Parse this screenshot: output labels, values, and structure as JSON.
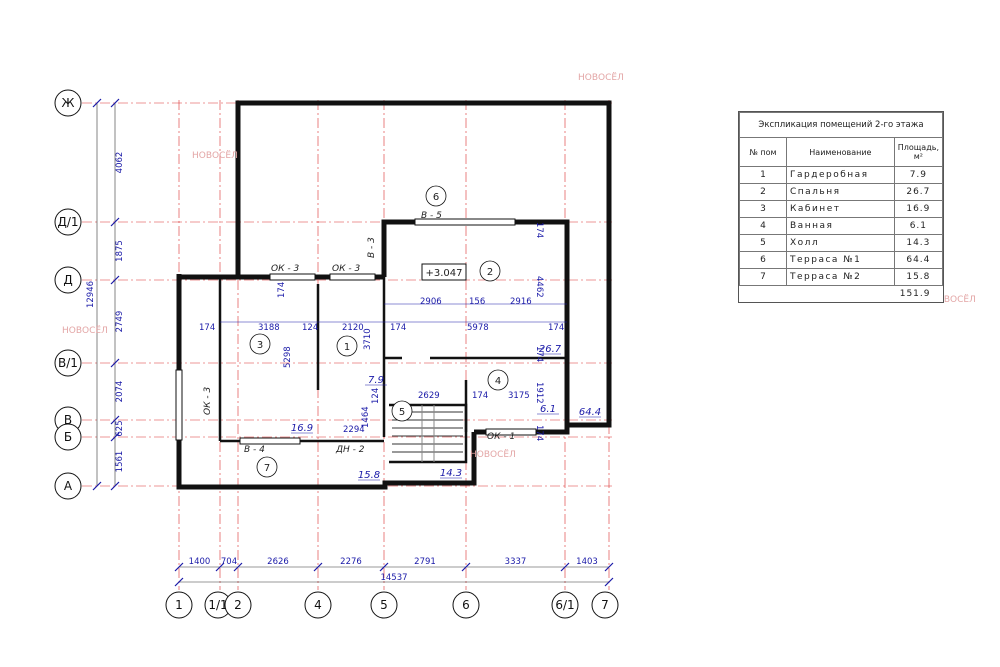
{
  "rows": [
    {
      "label": "Ж"
    },
    {
      "label": "Д/1"
    },
    {
      "label": "Д"
    },
    {
      "label": "В/1"
    },
    {
      "label": "В"
    },
    {
      "label": "Б"
    },
    {
      "label": "А"
    }
  ],
  "row_dims": [
    "4062",
    "1875",
    "2749",
    "2074",
    "625",
    "1561"
  ],
  "row_total": "12946",
  "cols": [
    {
      "label": "1"
    },
    {
      "label": "1/1"
    },
    {
      "label": "2"
    },
    {
      "label": "4"
    },
    {
      "label": "5"
    },
    {
      "label": "6"
    },
    {
      "label": "6/1"
    },
    {
      "label": "7"
    }
  ],
  "col_dims": [
    "1400",
    "704",
    "2626",
    "2276",
    "2791",
    "3337",
    "1403"
  ],
  "col_total": "14537",
  "rooms": [
    {
      "num": "1",
      "area": "7.9"
    },
    {
      "num": "2",
      "area": "26.7"
    },
    {
      "num": "3",
      "area": "16.9"
    },
    {
      "num": "4",
      "area": "6.1"
    },
    {
      "num": "5",
      "area": "14.3"
    },
    {
      "num": "6",
      "area": "64.4"
    },
    {
      "num": "7",
      "area": "15.8"
    }
  ],
  "level_mark": "+3.047",
  "wall_tags": {
    "ok3_a": "ОК - 3",
    "ok3_b": "ОК - 3",
    "v3": "В - 3",
    "v5": "В - 5",
    "ok3_c": "ОК - 3",
    "v4": "В - 4",
    "dn2": "ДН - 2",
    "ok1": "ОК - 1"
  },
  "inner_dims": {
    "d174a": "174",
    "d3188": "3188",
    "d124": "124",
    "d2120": "2120",
    "d174b": "174",
    "d2906": "2906",
    "d156": "156",
    "d2916": "2916",
    "d5978": "5978",
    "d174c": "174",
    "d174d": "174",
    "d174e": "174",
    "d4462": "4462",
    "d5298": "5298",
    "d3710": "3710",
    "d174f": "174",
    "d2629": "2629",
    "d174g": "174",
    "d3175": "3175",
    "d1912": "1912",
    "d174h": "174",
    "d2294": "2294",
    "d1464": "1464",
    "d124b": "124"
  },
  "watermark": "НОВОСЁЛ",
  "explication": {
    "title": "Экспликация помещений 2-го этажа",
    "headers": {
      "num": "№ пом",
      "name": "Наименование",
      "area_l1": "Площадь,",
      "area_l2": "м²"
    },
    "items": [
      {
        "num": "1",
        "name": "Гардеробная",
        "area": "7.9"
      },
      {
        "num": "2",
        "name": "Спальня",
        "area": "26.7"
      },
      {
        "num": "3",
        "name": "Кабинет",
        "area": "16.9"
      },
      {
        "num": "4",
        "name": "Ванная",
        "area": "6.1"
      },
      {
        "num": "5",
        "name": "Холл",
        "area": "14.3"
      },
      {
        "num": "6",
        "name": "Терраса №1",
        "area": "64.4"
      },
      {
        "num": "7",
        "name": "Терраса №2",
        "area": "15.8"
      }
    ],
    "total": "151.9"
  },
  "colors": {
    "wall": "#111111",
    "axis": "#d93030",
    "dim": "#1a1aa8",
    "watermark": "#e3a6a6"
  }
}
